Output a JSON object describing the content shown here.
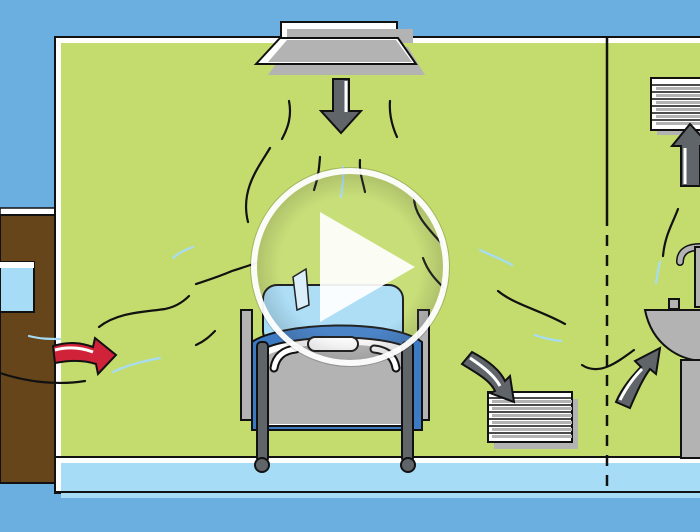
{
  "video": {
    "play_label": "Play video",
    "state": "paused"
  },
  "illustration": {
    "subject": "hospital room airflow",
    "rooms": [
      "patient-room",
      "bathroom"
    ],
    "elements": [
      "ceiling-supply-diffuser",
      "supply-airflow-arrow-down",
      "hospital-bed",
      "exhaust-grille-low",
      "exhaust-arrow-into-grille",
      "bathroom-exhaust-grille",
      "bathroom-exhaust-arrow-up",
      "sink",
      "sink-airflow-arrow",
      "door",
      "door-window",
      "door-inflow-arrow",
      "airflow-streamlines"
    ]
  },
  "colors": {
    "sky": "#6aafe0",
    "wall": "#c4dc6e",
    "floor": "#a6dcf6",
    "door": "#66451a",
    "bed_frame": "#3d7ac4",
    "bed_panel": "#b3b3b3",
    "arrow_gray": "#60656a",
    "arrow_red": "#d0233a",
    "outline": "#111111",
    "play_button": "#ffffff"
  }
}
